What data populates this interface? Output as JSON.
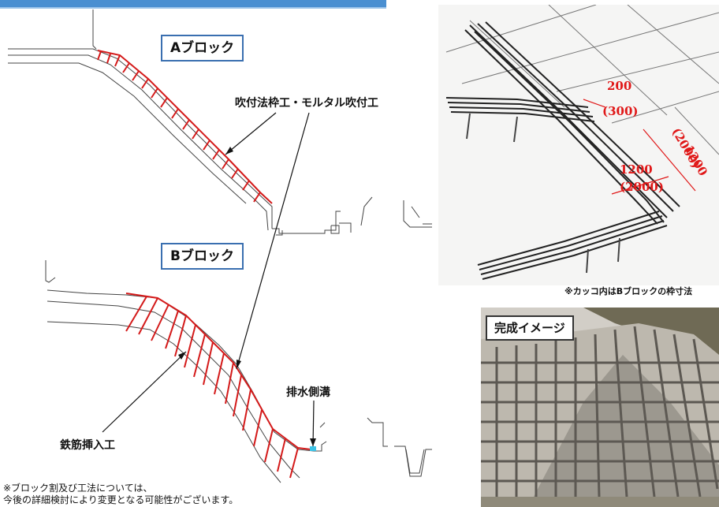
{
  "labels": {
    "block_a": "Aブロック",
    "block_b": "Bブロック",
    "method_callout": "吹付法枠工・モルタル吹付工",
    "rebar_callout": "鉄筋挿入工",
    "drain_callout": "排水側溝",
    "dimension_note": "※カッコ内はBブロックの枠寸法",
    "completion_image": "完成イメージ"
  },
  "footnote": {
    "line1": "※ブロック割及び工法については、",
    "line2": "今後の詳細検討により変更となる可能性がございます。"
  },
  "dimensions": {
    "frame_width": "200",
    "frame_width_b": "(300)",
    "span_1": "1200",
    "span_1_b": "(2000)",
    "span_2": "1200",
    "span_2_b": "(2000)"
  },
  "colors": {
    "frame_red": "#d41a1a",
    "title_blue": "#4a8fd1",
    "label_border": "#3a6fb0",
    "drain_cyan": "#3cc3e6"
  },
  "icons": {
    "photo": "slope-frame-photo",
    "frame_drawing": "frame-3d-drawing"
  }
}
